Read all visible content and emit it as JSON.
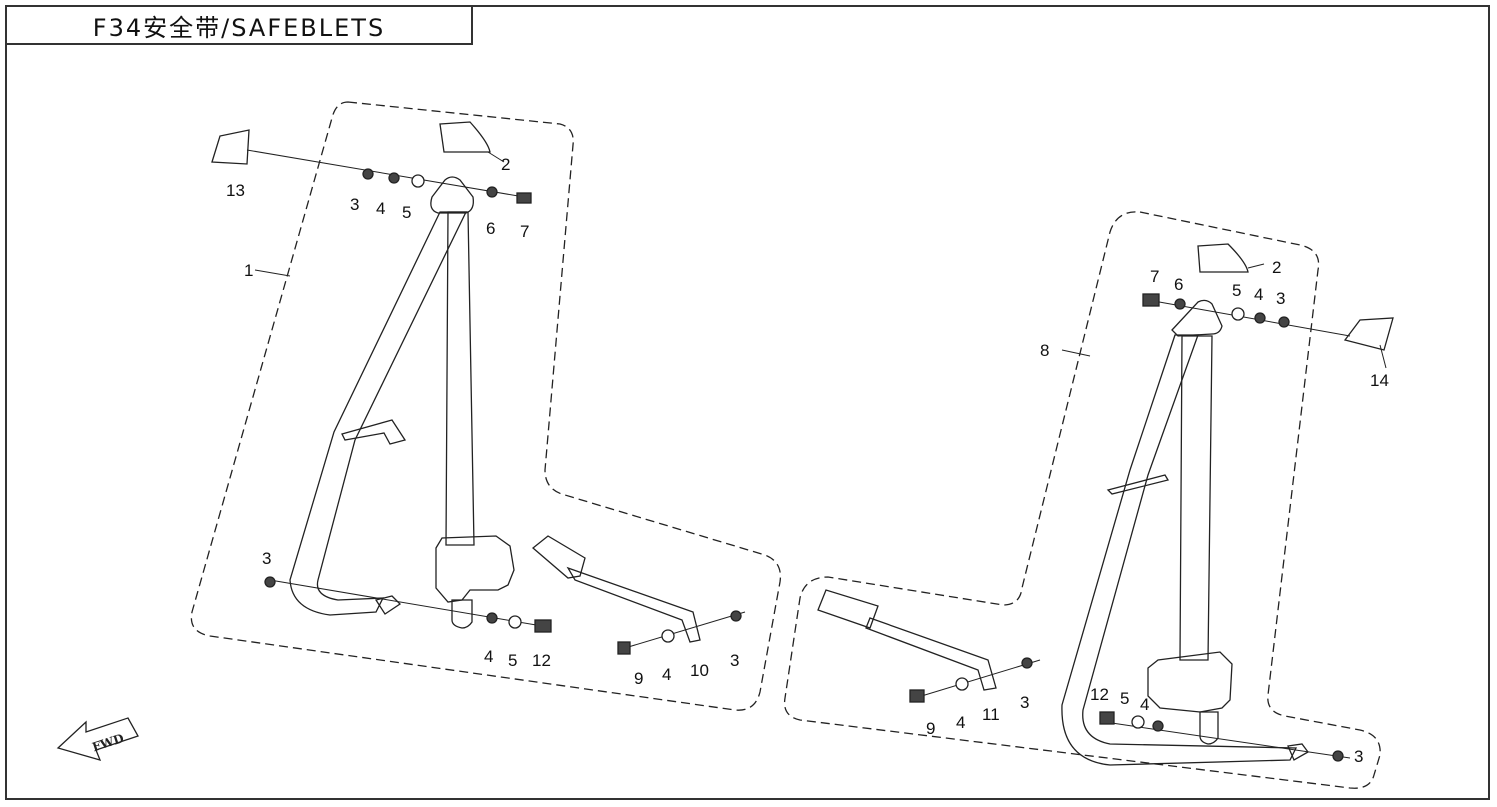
{
  "title": "F34安全带/SAFEBLETS",
  "fwd_label": "FWD",
  "left_labels": {
    "n1": "1",
    "n2": "2",
    "n3a": "3",
    "n4a": "4",
    "n5a": "5",
    "n6": "6",
    "n7": "7",
    "n13": "13",
    "n3b": "3",
    "n4b": "4",
    "n5b": "5",
    "n12": "12",
    "n9": "9",
    "n4c": "4",
    "n10": "10",
    "n3c": "3"
  },
  "right_labels": {
    "n8": "8",
    "n2": "2",
    "n7": "7",
    "n6": "6",
    "n5a": "5",
    "n4a": "4",
    "n3a": "3",
    "n14": "14",
    "n9": "9",
    "n4b": "4",
    "n11": "11",
    "n3b": "3",
    "n12": "12",
    "n5b": "5",
    "n4c": "4",
    "n3c": "3"
  }
}
